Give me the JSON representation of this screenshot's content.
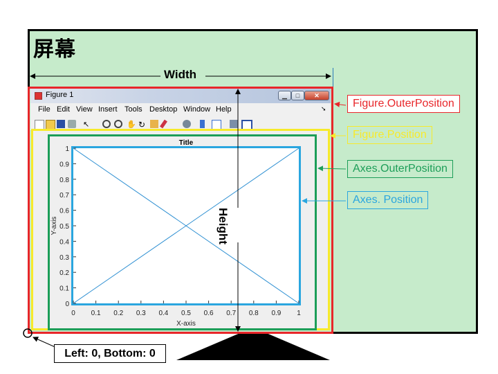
{
  "screen": {
    "title": "屏幕"
  },
  "dimensions": {
    "width_label": "Width",
    "height_label": "Height"
  },
  "figure_window": {
    "title": "Figure 1",
    "menu": [
      "File",
      "Edit",
      "View",
      "Insert",
      "Tools",
      "Desktop",
      "Window",
      "Help"
    ],
    "toolbar_icons": [
      "new-file-icon",
      "open-folder-icon",
      "save-icon",
      "print-icon",
      "pointer-icon",
      "zoom-in-icon",
      "zoom-out-icon",
      "pan-icon",
      "rotate-icon",
      "data-cursor-icon",
      "brush-icon",
      "link-icon",
      "colorbar-icon",
      "legend-icon",
      "hide-tools-icon",
      "dock-icon"
    ]
  },
  "plot": {
    "title": "Title",
    "xlabel": "X-axis",
    "ylabel": "Y-axis",
    "xticks": [
      "0",
      "0.1",
      "0.2",
      "0.3",
      "0.4",
      "0.5",
      "0.6",
      "0.7",
      "0.8",
      "0.9",
      "1"
    ],
    "yticks": [
      "0",
      "0.1",
      "0.2",
      "0.3",
      "0.4",
      "0.5",
      "0.6",
      "0.7",
      "0.8",
      "0.9",
      "1"
    ],
    "lines": [
      {
        "x": [
          0,
          1
        ],
        "y": [
          0,
          1
        ]
      },
      {
        "x": [
          0,
          1
        ],
        "y": [
          1,
          0
        ]
      }
    ]
  },
  "callouts": {
    "figure_outer_position": "Figure.OuterPosition",
    "figure_position": "Figure.Position",
    "axes_outer_position": "Axes.OuterPosition",
    "axes_position": "Axes. Position"
  },
  "origin_label": "Left: 0, Bottom: 0",
  "colors": {
    "screen_bg": "#c6ebcb",
    "outer_position": "#e8262a",
    "figure_position": "#f7ea2b",
    "axes_outer_position": "#1c9e58",
    "axes_position": "#2aa6df",
    "plot_line": "#2d8fd2"
  }
}
